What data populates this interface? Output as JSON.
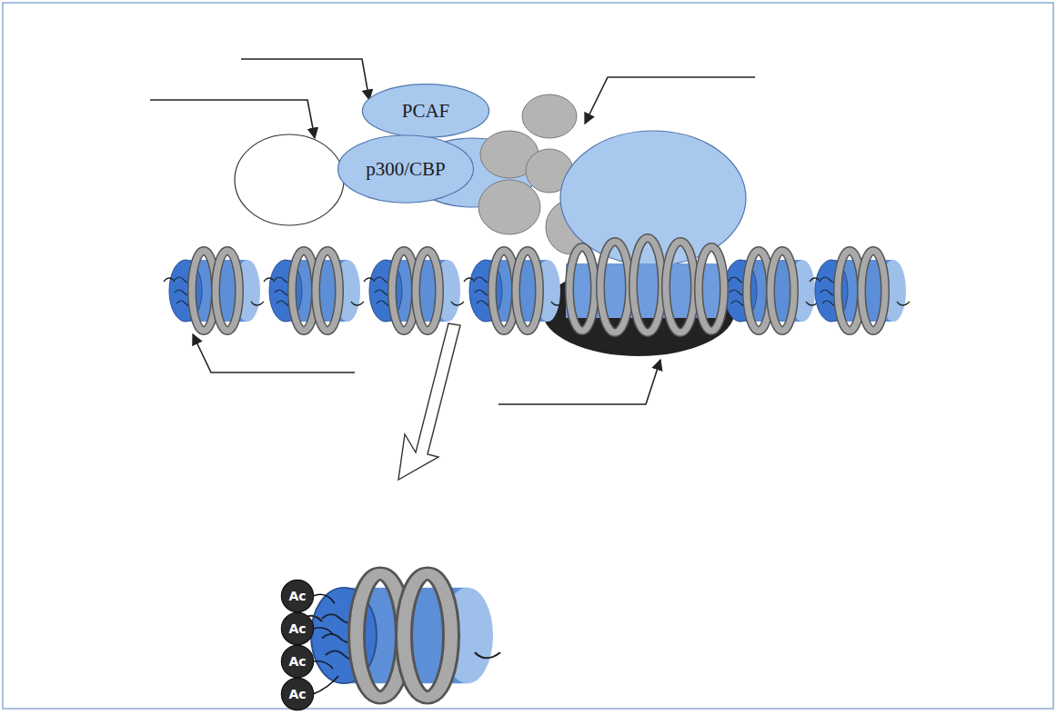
{
  "diagram": {
    "nodes": [
      {
        "text": [
          "PCAF"
        ]
      },
      {
        "text": [
          "p300/CBP"
        ]
      },
      {
        "text": [
          "Ac"
        ]
      },
      {
        "text": [
          "Ac"
        ]
      },
      {
        "text": [
          "Ac"
        ]
      },
      {
        "text": [
          "Ac"
        ]
      }
    ]
  }
}
